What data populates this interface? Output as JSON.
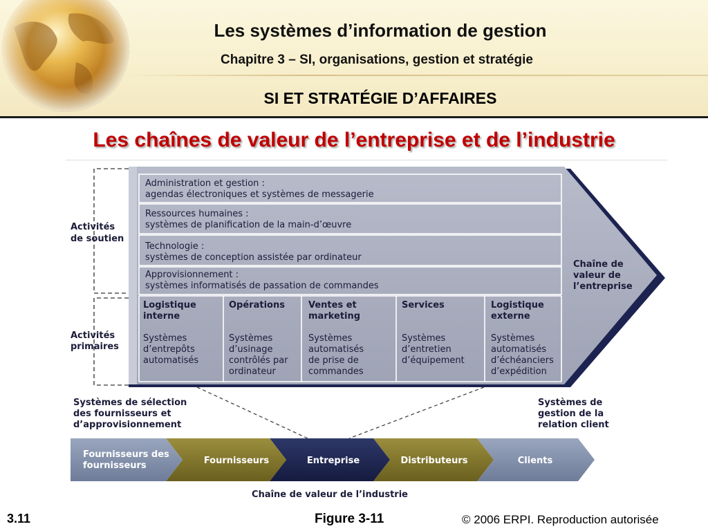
{
  "header": {
    "title": "Les systèmes d’information de gestion",
    "subtitle": "Chapitre 3 – SI, organisations, gestion et stratégie",
    "section": "SI ET STRATÉGIE D’AFFAIRES"
  },
  "slide_title": "Les chaînes de valeur de l’entreprise et de l’industrie",
  "figure": {
    "support_label": [
      "Activités",
      "de soutien"
    ],
    "primary_label": [
      "Activités",
      "primaires"
    ],
    "support_activities": [
      {
        "title": "Administration et gestion :",
        "desc": "agendas électroniques et systèmes de messagerie"
      },
      {
        "title": "Ressources humaines :",
        "desc": "systèmes de planification de la main-d’œuvre"
      },
      {
        "title": "Technologie :",
        "desc": "systèmes de conception assistée par ordinateur"
      },
      {
        "title": "Approvisionnement :",
        "desc": "systèmes informatisés de passation de commandes"
      }
    ],
    "primary_activities": [
      {
        "title": [
          "Logistique",
          "interne"
        ],
        "desc": [
          "Systèmes",
          "d’entrepôts",
          "automatisés"
        ]
      },
      {
        "title": [
          "Opérations"
        ],
        "desc": [
          "Systèmes",
          "d’usinage",
          "contrôlés par",
          "ordinateur"
        ]
      },
      {
        "title": [
          "Ventes et",
          "marketing"
        ],
        "desc": [
          "Systèmes",
          "automatisés",
          "de prise de",
          "commandes"
        ]
      },
      {
        "title": [
          "Services"
        ],
        "desc": [
          "Systèmes",
          "d’entretien",
          "d’équipement"
        ]
      },
      {
        "title": [
          "Logistique",
          "externe"
        ],
        "desc": [
          "Systèmes",
          "automatisés",
          "d’échéanciers",
          "d’expédition"
        ]
      }
    ],
    "firm_chain_label": [
      "Chaîne de",
      "valeur de",
      "l’entreprise"
    ],
    "supplier_systems_label": [
      "Systèmes de sélection",
      "des fournisseurs et",
      "d’approvisionnement"
    ],
    "crm_systems_label": [
      "Systèmes de",
      "gestion de la",
      "relation client"
    ],
    "industry_chain": [
      "Fournisseurs des fournisseurs",
      "Fournisseurs",
      "Entreprise",
      "Distributeurs",
      "Clients"
    ],
    "industry_chain_label": "Chaîne de valeur de l’industrie",
    "colors": {
      "panel": "#a4a8b8",
      "navy": "#1c2350",
      "olive": "#7d7128",
      "steel": "#7f8fab",
      "text_dark": "#1c1c3a"
    }
  },
  "footer": {
    "slide_number": "3.11",
    "figure_label": "Figure 3-11",
    "copyright": "© 2006 ERPI. Reproduction autorisée"
  }
}
